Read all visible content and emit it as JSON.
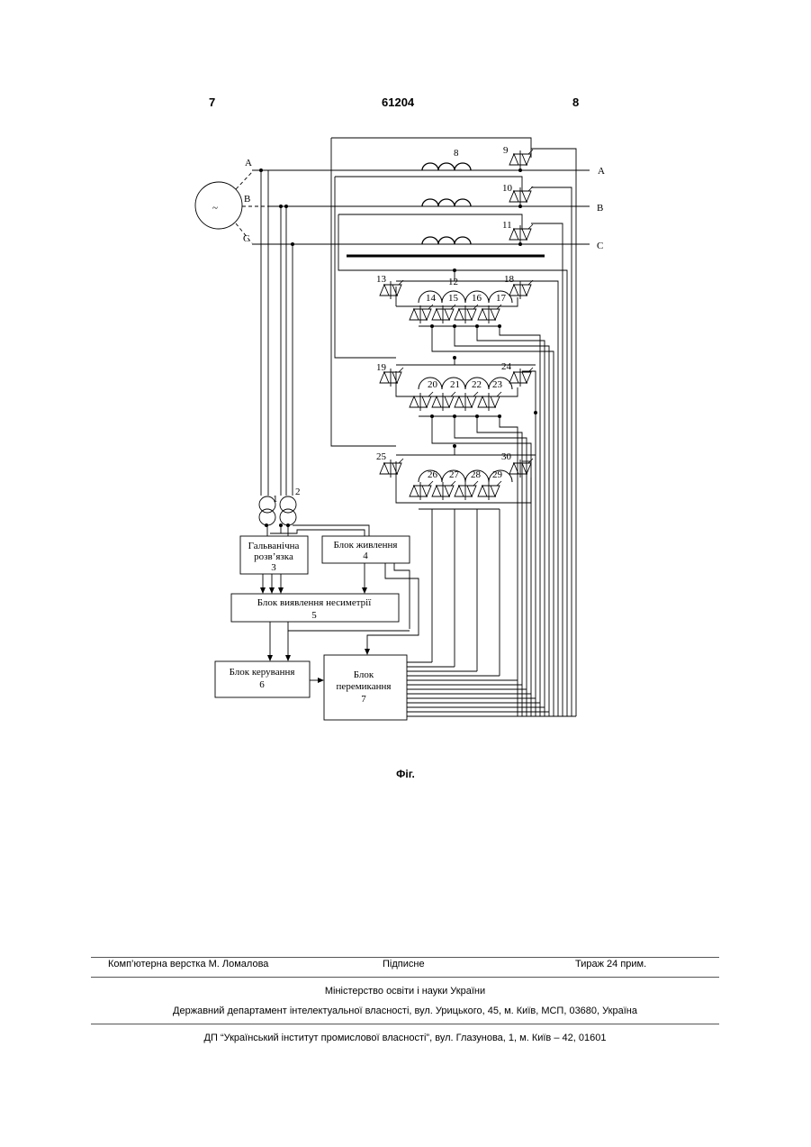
{
  "header": {
    "left_page": "7",
    "patent_number": "61204",
    "right_page": "8"
  },
  "diagram": {
    "phases": [
      "A",
      "B",
      "C"
    ],
    "generator_symbol": "~",
    "numbers": [
      "1",
      "2",
      "8",
      "9",
      "10",
      "11",
      "12",
      "13",
      "14",
      "15",
      "16",
      "17",
      "18",
      "19",
      "20",
      "21",
      "22",
      "23",
      "24",
      "25",
      "26",
      "27",
      "28",
      "29",
      "30"
    ],
    "blocks": {
      "b3_line1": "Гальванічна",
      "b3_line2": "розв’язка",
      "b3_num": "3",
      "b4_line1": "Блок живлення",
      "b4_num": "4",
      "b5_line1": "Блок виявлення несиметрії",
      "b5_num": "5",
      "b6_line1": "Блок керування",
      "b6_num": "6",
      "b7_line1": "Блок",
      "b7_line2": "перемикання",
      "b7_num": "7"
    }
  },
  "caption": "Фіг.",
  "footer": {
    "typesetting": "Комп’ютерна верстка М. Ломалова",
    "signed": "Підписне",
    "circulation": "Тираж 24 прим.",
    "ministry": "Міністерство освіти і науки України",
    "department": "Державний департамент інтелектуальної власності, вул. Урицького, 45, м. Київ, МСП, 03680, Україна",
    "institute": "ДП “Український інститут промислової власності”, вул. Глазунова, 1, м. Київ – 42, 01601"
  }
}
